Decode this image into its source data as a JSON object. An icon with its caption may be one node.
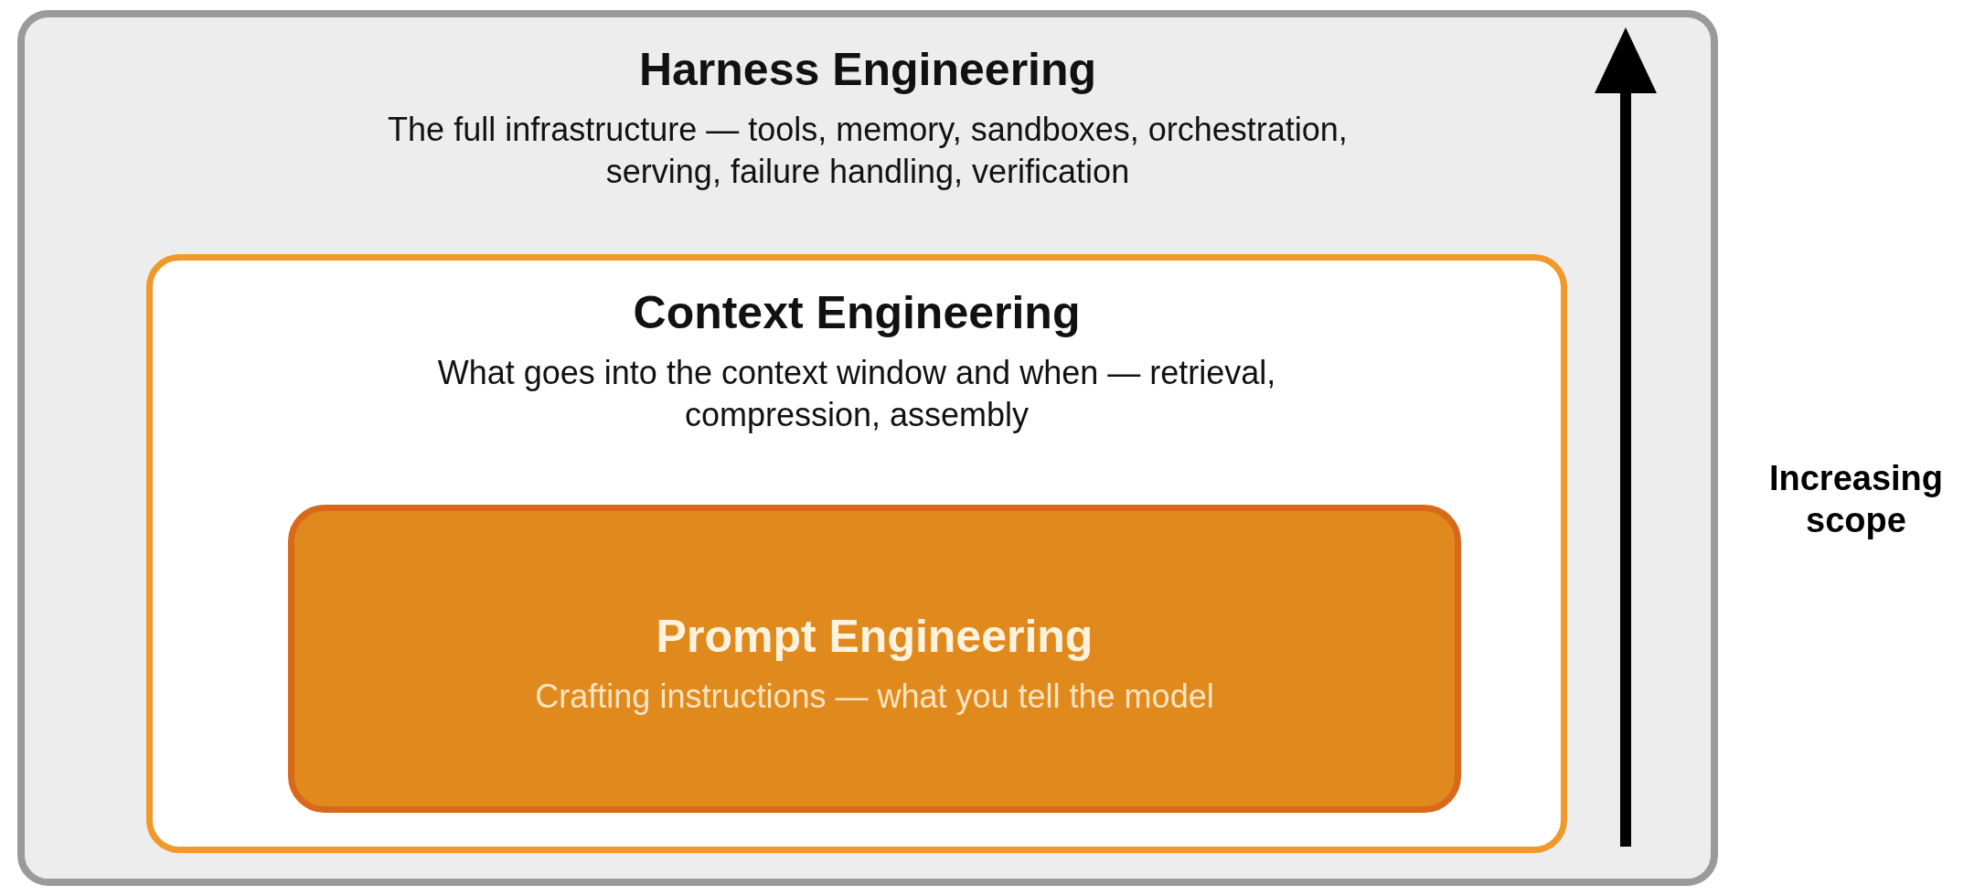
{
  "diagram": {
    "nodes": [
      {
        "text": [
          "Harness Engineering",
          "The full infrastructure — tools, memory, sandboxes, orchestration, serving, failure handling, verification"
        ]
      },
      {
        "text": [
          "Context Engineering",
          "What goes into the context window and when — retrieval, compression, assembly"
        ],
        "in": 0
      },
      {
        "text": [
          "Prompt Engineering",
          "Crafting instructions — what you tell the model"
        ],
        "in": 1
      }
    ],
    "edges": [],
    "labels": [
      "Increasing scope"
    ]
  }
}
